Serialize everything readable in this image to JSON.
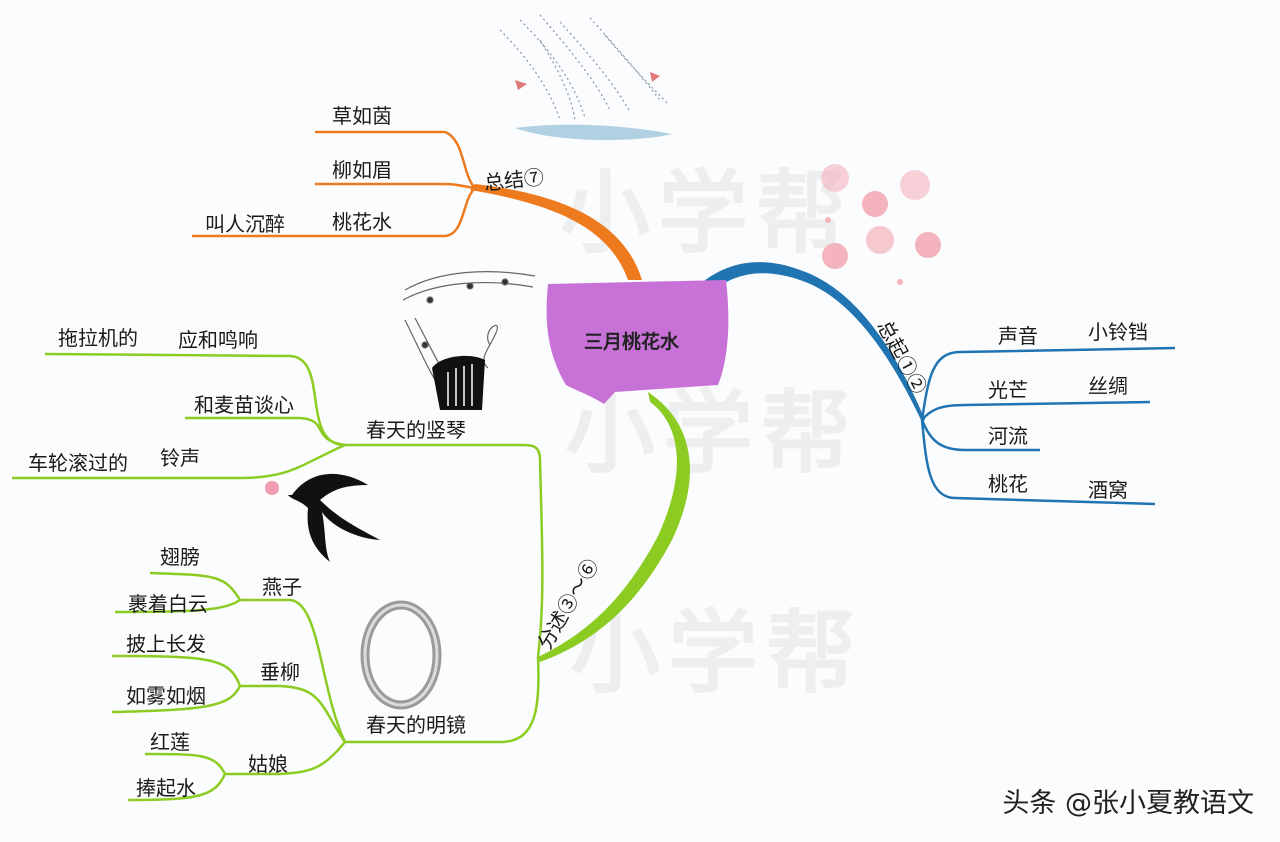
{
  "watermark_text": "小学帮",
  "central_topic": "三月桃花水",
  "colors": {
    "orange": "#ee7a1e",
    "blue": "#1f74b1",
    "green": "#8ccc22",
    "center": "#c872d8"
  },
  "branches": {
    "summary": {
      "label": "总结⑦",
      "items": [
        "草如茵",
        "柳如眉",
        "桃花水",
        "叫人沉醉"
      ]
    },
    "intro": {
      "label": "总起①②",
      "items": {
        "sound": "声音",
        "bell": "小铃铛",
        "light": "光芒",
        "silk": "丝绸",
        "river": "河流",
        "peach": "桃花",
        "dimple": "酒窝"
      }
    },
    "details": {
      "label": "分述③～⑥",
      "harp": {
        "label": "春天的竖琴",
        "items": [
          "拖拉机的",
          "应和鸣响",
          "和麦苗谈心",
          "车轮滚过的",
          "铃声"
        ]
      },
      "mirror": {
        "label": "春天的明镜",
        "swallow": {
          "label": "燕子",
          "items": [
            "翅膀",
            "裹着白云"
          ]
        },
        "willow": {
          "label": "垂柳",
          "items": [
            "披上长发",
            "如雾如烟"
          ]
        },
        "girl": {
          "label": "姑娘",
          "items": [
            "红莲",
            "捧起水"
          ]
        }
      }
    }
  },
  "credit": "头条 @张小夏教语文"
}
